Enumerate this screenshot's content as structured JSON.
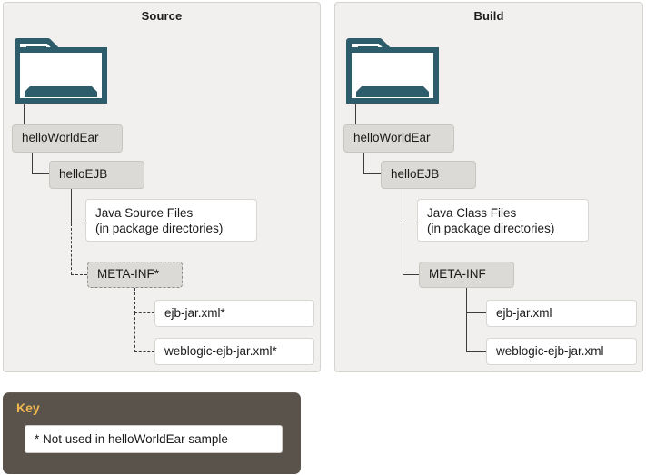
{
  "diagram": {
    "title_source": "Source",
    "title_build": "Build",
    "folder_icon_name": "folder-icon"
  },
  "source_tree": {
    "root": "helloWorldEar",
    "ejb": "helloEJB",
    "java_files_line1": "Java Source Files",
    "java_files_line2": "(in package directories)",
    "meta_inf": "META-INF*",
    "ejb_jar": "ejb-jar.xml*",
    "weblogic_ejb_jar": "weblogic-ejb-jar.xml*"
  },
  "build_tree": {
    "root": "helloWorldEar",
    "ejb": "helloEJB",
    "java_files_line1": "Java Class Files",
    "java_files_line2": "(in package directories)",
    "meta_inf": "META-INF",
    "ejb_jar": "ejb-jar.xml",
    "weblogic_ejb_jar": "weblogic-ejb-jar.xml"
  },
  "key": {
    "title": "Key",
    "note": "*  Not used in helloWorldEar sample"
  },
  "colors": {
    "panel_bg": "#f1f0ee",
    "panel_border": "#d6d4cf",
    "dir_box_bg": "#dcdad6",
    "file_box_bg": "#ffffff",
    "folder_icon": "#2d5c6b",
    "connector": "#3c3c3c",
    "key_bg": "#5a534c",
    "key_title": "#f0b94e"
  }
}
